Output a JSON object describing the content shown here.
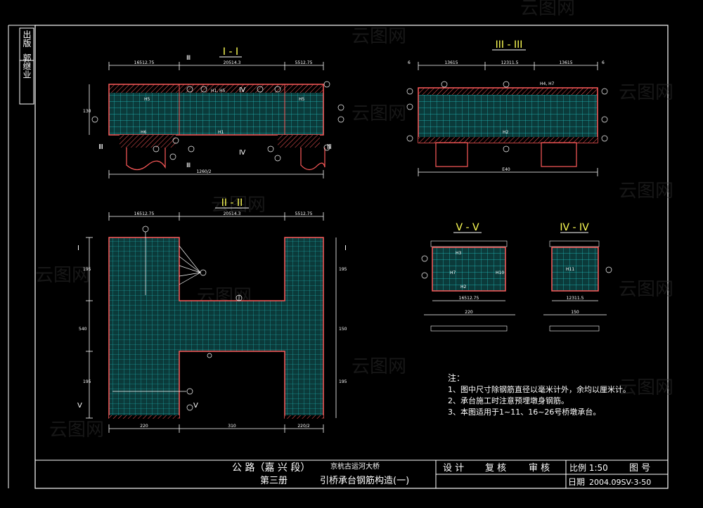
{
  "side_stamp": {
    "publisher_label": "出版",
    "person_label": "郭继业"
  },
  "sections": {
    "s1": "I - I",
    "s2": "II - II",
    "s3": "III - III",
    "s4": "IV - IV",
    "s5": "V - V"
  },
  "dims": {
    "d16512": "16512.75",
    "d20514": "20514.3",
    "d5512": "5512.75",
    "d1260": "1260/2",
    "d13615": "13615",
    "d12311": "12311.5",
    "d540": "540",
    "d220": "220",
    "d310": "310",
    "d220b": "220/2",
    "d150": "150",
    "d6": "6",
    "d195": "195",
    "d130": "130",
    "d16512b": "16512.75",
    "d12311b": "12311.5"
  },
  "rebar_labels": {
    "h1h5": "H1, H5",
    "h4h7": "H4, H7",
    "h5": "H5",
    "h1": "H1",
    "h2": "H2",
    "h3": "H3",
    "h6": "H6",
    "h7": "H7",
    "h10": "H10",
    "h11": "H11"
  },
  "notes": {
    "title": "注：",
    "lines": [
      "1、图中尺寸除钢筋直径以毫米计外，余均以厘米计。",
      "2、承台施工时注意预埋墩身钢筋。",
      "3、本图适用于1~11、16~26号桥墩承台。"
    ]
  },
  "title_block": {
    "project": "公 路（嘉 兴 段）",
    "bridge": "京杭古运河大桥",
    "volume": "第三册",
    "drawing_title": "引桥承台钢筋构造(一)",
    "design": "设  计",
    "review": "复  核",
    "audit": "审  核",
    "scale": "比例 1:50",
    "drawing_no_label": "图  号",
    "date_label": "日期",
    "drawing_no": "2004.09SV-3-50"
  },
  "watermark": "云图网"
}
